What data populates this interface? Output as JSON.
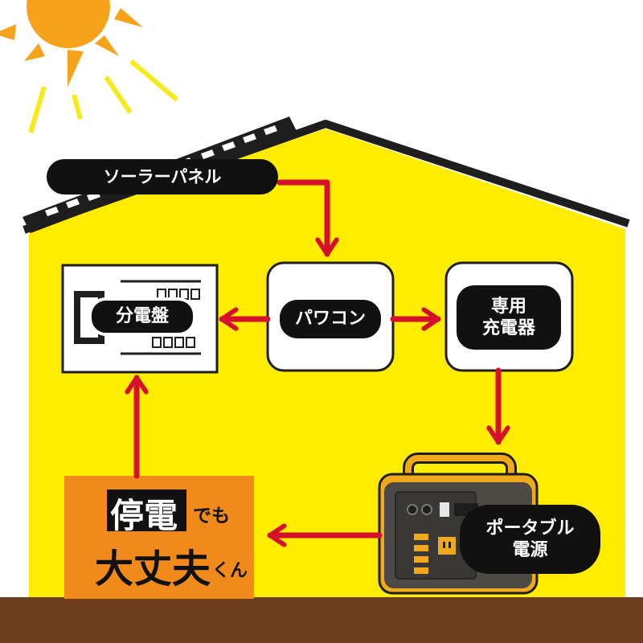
{
  "labels": {
    "solar_panel": "ソーラーパネル",
    "power_conditioner": "パワコン",
    "distribution_board": "分電盤",
    "dedicated_charger_line1": "専用",
    "dedicated_charger_line2": "充電器",
    "portable_power_line1": "ポータブル",
    "portable_power_line2": "電源"
  },
  "mascot": {
    "word1": "停電",
    "word2": "でも",
    "word3": "大丈夫",
    "word4": "くん"
  },
  "colors": {
    "house": "#FFEC00",
    "roof": "#1E1E1E",
    "ground": "#6E3D1D",
    "sun": "#F7A21B",
    "sun_rays": "#F5EA1C",
    "arrow": "#D5102A",
    "mascot_bg": "#F08A1A",
    "box_fill": "#FFFFFF",
    "label_bg": "#111111",
    "device_body": "#4D4A46",
    "device_handle": "#F0A91C"
  },
  "icons": [
    "sun-icon",
    "solar-panel-icon",
    "breaker-panel-icon",
    "portable-power-station-icon",
    "flow-arrow-icon"
  ]
}
